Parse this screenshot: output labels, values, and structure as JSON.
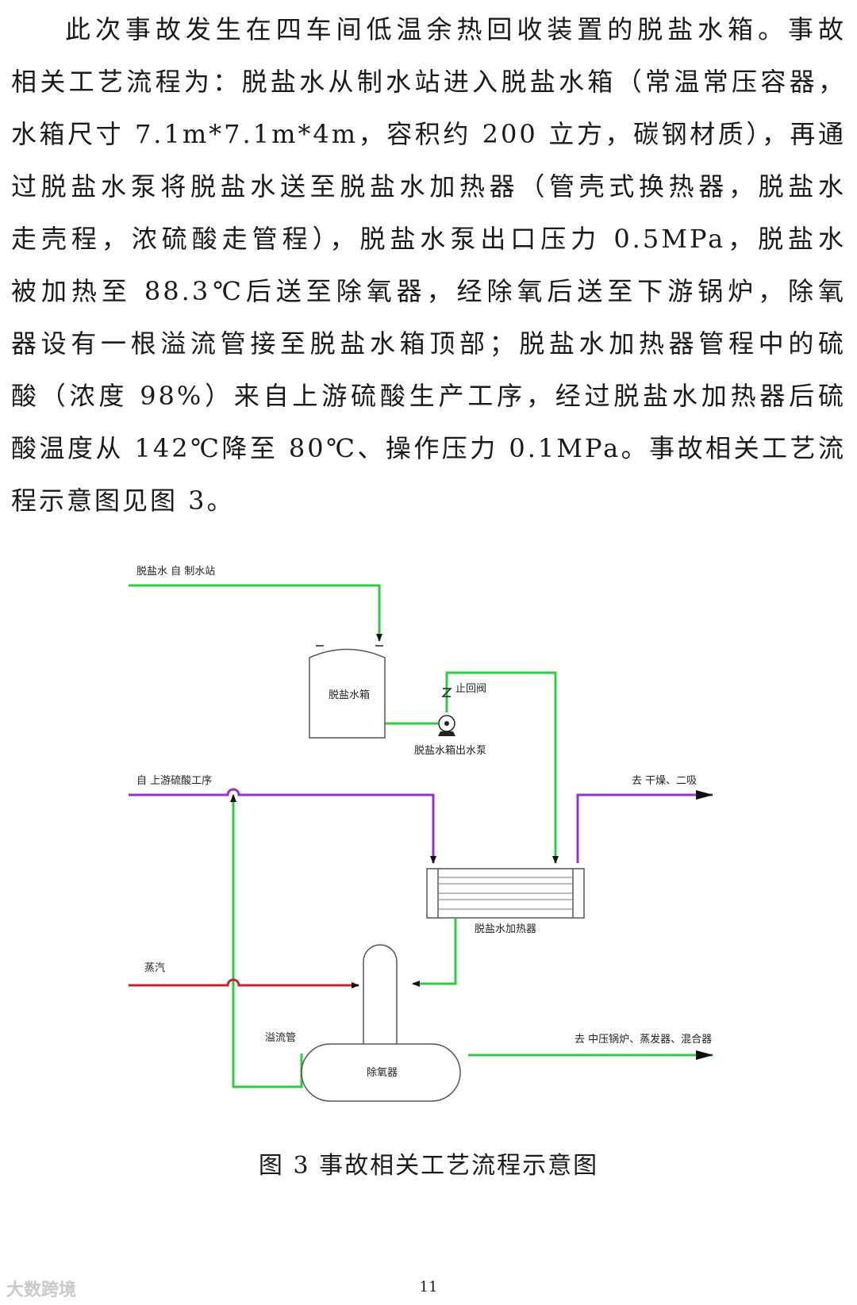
{
  "paragraph": {
    "lines": [
      "此次事故发生在四车间低温余热回收装置的脱盐水箱。事故",
      "相关工艺流程为：脱盐水从制水站进入脱盐水箱（常温常压容器，",
      "水箱尺寸 7.1m*7.1m*4m，容积约 200 立方，碳钢材质），再通",
      "过脱盐水泵将脱盐水送至脱盐水加热器（管壳式换热器，脱盐水",
      "走壳程，浓硫酸走管程），脱盐水泵出口压力 0.5MPa，脱盐水",
      "被加热至 88.3℃后送至除氧器，经除氧后送至下游锅炉，除氧",
      "器设有一根溢流管接至脱盐水箱顶部；脱盐水加热器管程中的硫",
      "酸（浓度 98%）来自上游硫酸生产工序，经过脱盐水加热器后硫",
      "酸温度从 142℃降至 80℃、操作压力 0.1MPa。事故相关工艺流",
      "程示意图见图 3。"
    ]
  },
  "diagram": {
    "labels": {
      "from_water_station": "脱盐水 自 制水站",
      "water_tank": "脱盐水箱",
      "check_valve": "止回阀",
      "tank_pump": "脱盐水箱出水泵",
      "from_acid": "自 上游硫酸工序",
      "to_drying": "去 干燥、二吸",
      "heater": "脱盐水加热器",
      "steam": "蒸汽",
      "overflow": "溢流管",
      "deaerator": "除氧器",
      "to_boiler": "去 中压锅炉、蒸发器、混合器"
    },
    "colors": {
      "water": "#2ecc40",
      "acid": "#9b30c8",
      "steam": "#c0262d",
      "equipment": "#555555"
    }
  },
  "caption": "图 3    事故相关工艺流程示意图",
  "page_number": "11",
  "watermark": "大数跨境"
}
